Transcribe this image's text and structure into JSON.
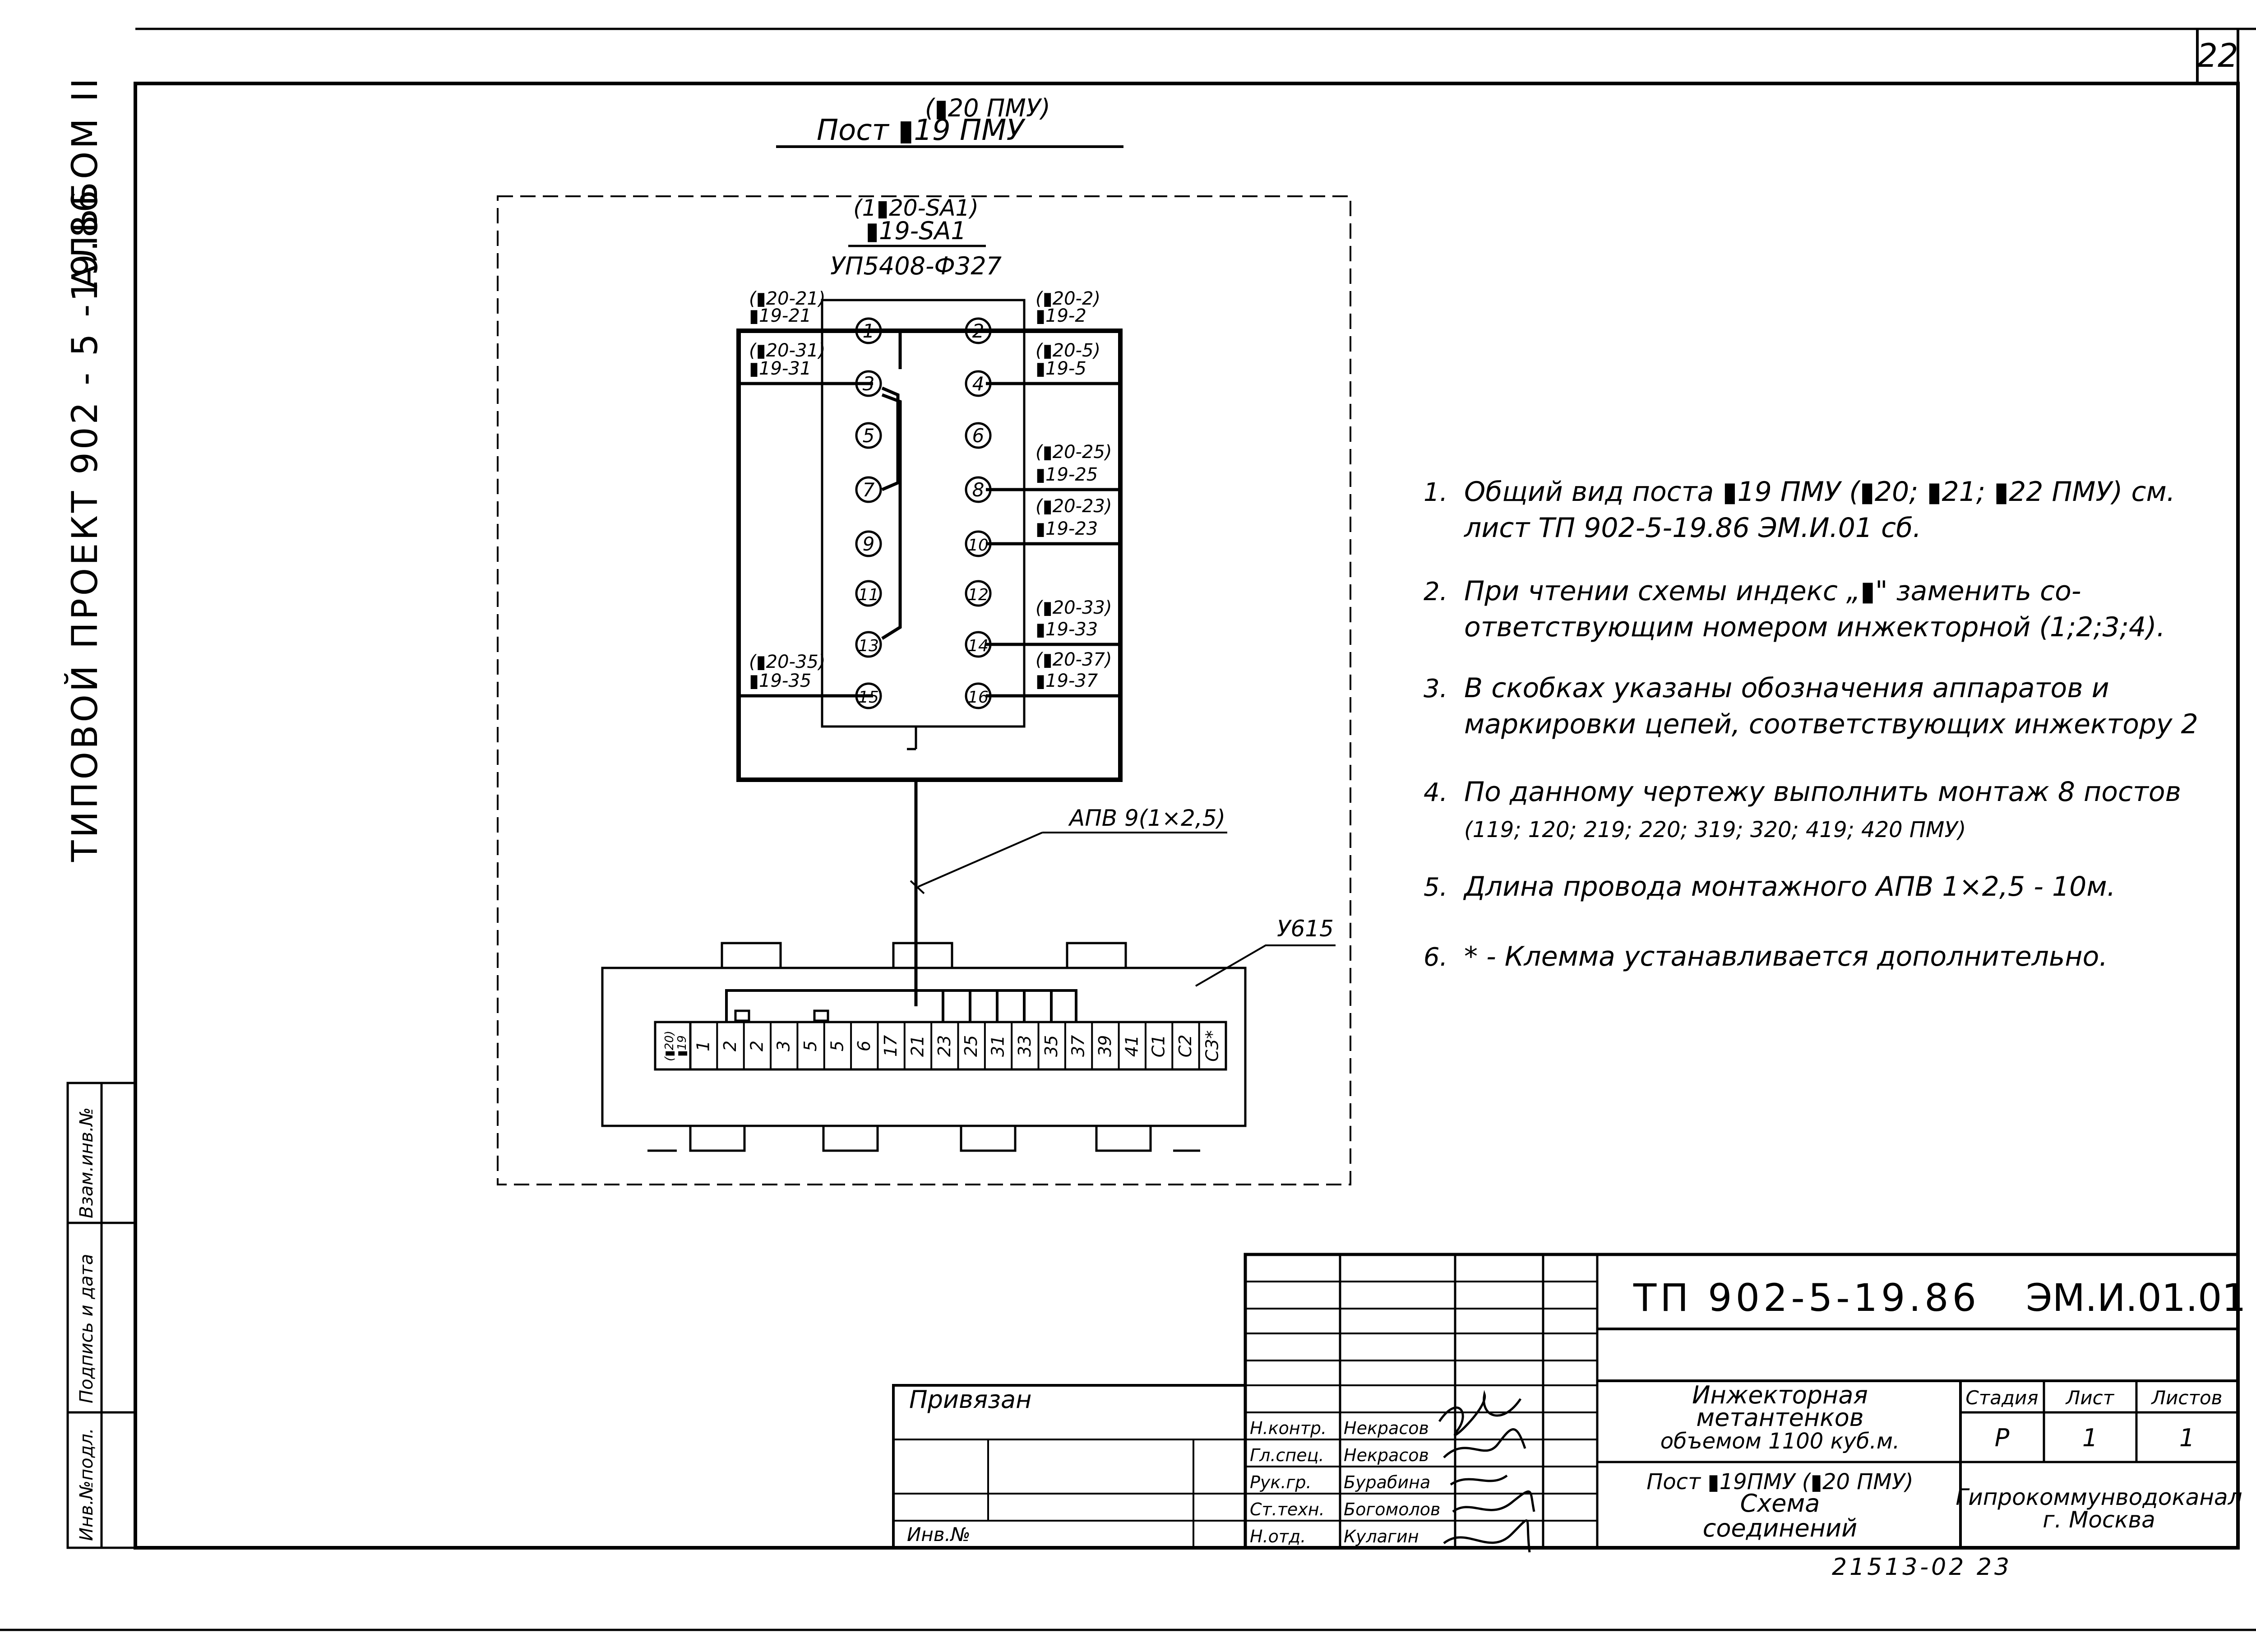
{
  "sheet_number": "22",
  "side_stamp": {
    "project": "ТИПОВОЙ ПРОЕКТ 902 - 5 -19.86",
    "album": "АЛЬБОМ II"
  },
  "left_margin_columns": [
    "Инв.№подл.",
    "Подпись и дата",
    "Взам.инв.№"
  ],
  "post_title": {
    "alt": "(▮20 ПМУ)",
    "main": "Пост   ▮19 ПМУ"
  },
  "device": {
    "designation_alt": "(1▮20-SA1)",
    "designation": "▮19-SA1",
    "model": "УП5408-Ф327",
    "left_labels": [
      {
        "alt": "(▮20-21)",
        "main": "▮19-21"
      },
      {
        "alt": "(▮20-31)",
        "main": "▮19-31"
      },
      {
        "alt": "(▮20-35)",
        "main": "▮19-35"
      }
    ],
    "right_labels": [
      {
        "alt": "(▮20-2)",
        "main": "▮19-2"
      },
      {
        "alt": "(▮20-5)",
        "main": "▮19-5"
      },
      {
        "alt": "(▮20-25)",
        "main": "▮19-25"
      },
      {
        "alt": "(▮20-23)",
        "main": "▮19-23"
      },
      {
        "alt": "(▮20-33)",
        "main": "▮19-33"
      },
      {
        "alt": "(▮20-37)",
        "main": "▮19-37"
      }
    ],
    "contacts": [
      "1",
      "2",
      "3",
      "4",
      "5",
      "6",
      "7",
      "8",
      "9",
      "10",
      "11",
      "12",
      "13",
      "14",
      "15",
      "16"
    ]
  },
  "cable_label": "АПВ 9(1×2,5)",
  "terminal_box": {
    "label": "У615",
    "first_cell": "(▮20)\n▮19",
    "terminals": [
      "1",
      "2",
      "2",
      "3",
      "5",
      "5",
      "6",
      "17",
      "21",
      "23",
      "25",
      "31",
      "33",
      "35",
      "37",
      "39",
      "41",
      "С1",
      "С2",
      "С3*"
    ]
  },
  "notes": [
    {
      "num": "1.",
      "lines": [
        "Общий вид поста ▮19 ПМУ (▮20; ▮21; ▮22 ПМУ) см.",
        "лист ТП 902-5-19.86   ЭМ.И.01 сб."
      ]
    },
    {
      "num": "2.",
      "lines": [
        "При чтении схемы индекс „▮\" заменить со-",
        "ответствующим номером инжекторной (1;2;3;4)."
      ]
    },
    {
      "num": "3.",
      "lines": [
        "В скобках указаны обозначения аппаратов и",
        "маркировки цепей, соответствующих инжектору 2"
      ]
    },
    {
      "num": "4.",
      "lines": [
        "По данному чертежу выполнить монтаж 8 постов",
        "(119; 120; 219; 220; 319; 320; 419; 420 ПМУ)"
      ]
    },
    {
      "num": "5.",
      "lines": [
        "Длина провода монтажного АПВ 1×2,5 - 10м."
      ]
    },
    {
      "num": "6.",
      "lines": [
        "*  - Клемма устанавливается дополнительно."
      ]
    }
  ],
  "title_block": {
    "doc_code": "ТП 902-5-19.86",
    "doc_mark": "ЭМ.И.01.01",
    "privyazan": "Привязан",
    "inv_no": "Инв.№",
    "roles": [
      "Н.контр.",
      "Гл.спец.",
      "Рук.гр.",
      "Ст.техн.",
      "Н.отд."
    ],
    "names": [
      "Некрасов",
      "Некрасов",
      "Бурабина",
      "Богомолов",
      "Кулагин"
    ],
    "title_lines": [
      "Инжекторная",
      "метантенков",
      "объемом 1100 куб.м.",
      "Пост ▮19ПМУ (▮20 ПМУ)",
      "Схема",
      "соединений"
    ],
    "stage_header": "Стадия",
    "sheet_header": "Лист",
    "sheets_header": "Листов",
    "stage": "Р",
    "sheet": "1",
    "sheets": "1",
    "org_line1": "Гипрокоммунводоканал",
    "org_line2": "г. Москва",
    "footer": "21513-02   23"
  }
}
